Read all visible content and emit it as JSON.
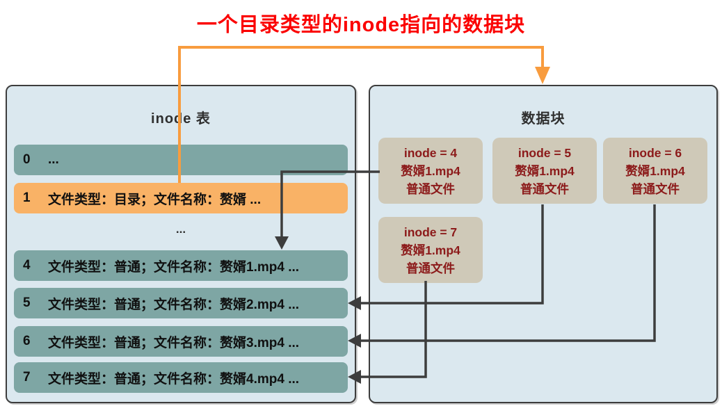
{
  "title": "一个目录类型的inode指向的数据块",
  "inode_table": {
    "header": "inode 表",
    "ellipsis": "...",
    "rows": [
      {
        "id": "0",
        "text": "...",
        "highlight": false
      },
      {
        "id": "1",
        "text": "文件类型：目录；文件名称：赘婿 ...",
        "highlight": true
      },
      {
        "id": "4",
        "text": "文件类型：普通；文件名称：赘婿1.mp4 ...",
        "highlight": false
      },
      {
        "id": "5",
        "text": "文件类型：普通；文件名称：赘婿2.mp4 ...",
        "highlight": false
      },
      {
        "id": "6",
        "text": "文件类型：普通；文件名称：赘婿3.mp4 ...",
        "highlight": false
      },
      {
        "id": "7",
        "text": "文件类型：普通；文件名称：赘婿4.mp4 ...",
        "highlight": false
      }
    ]
  },
  "data_block": {
    "header": "数据块",
    "blocks": [
      {
        "inode": "inode = 4",
        "filename": "赘婿1.mp4",
        "filetype": "普通文件"
      },
      {
        "inode": "inode = 5",
        "filename": "赘婿1.mp4",
        "filetype": "普通文件"
      },
      {
        "inode": "inode = 6",
        "filename": "赘婿1.mp4",
        "filetype": "普通文件"
      },
      {
        "inode": "inode = 7",
        "filename": "赘婿1.mp4",
        "filetype": "普通文件"
      }
    ]
  },
  "colors": {
    "title_red": "#fb0000",
    "panel_background": "#dbe8ef",
    "panel_border": "#3d3d3d",
    "row_teal": "#7ea6a4",
    "row_highlight_orange": "#f9b266",
    "block_tan": "#cfc9b8",
    "block_text_red": "#8c1a1a",
    "connector_orange": "#f89c3e",
    "connector_black": "#3d3d3d"
  }
}
